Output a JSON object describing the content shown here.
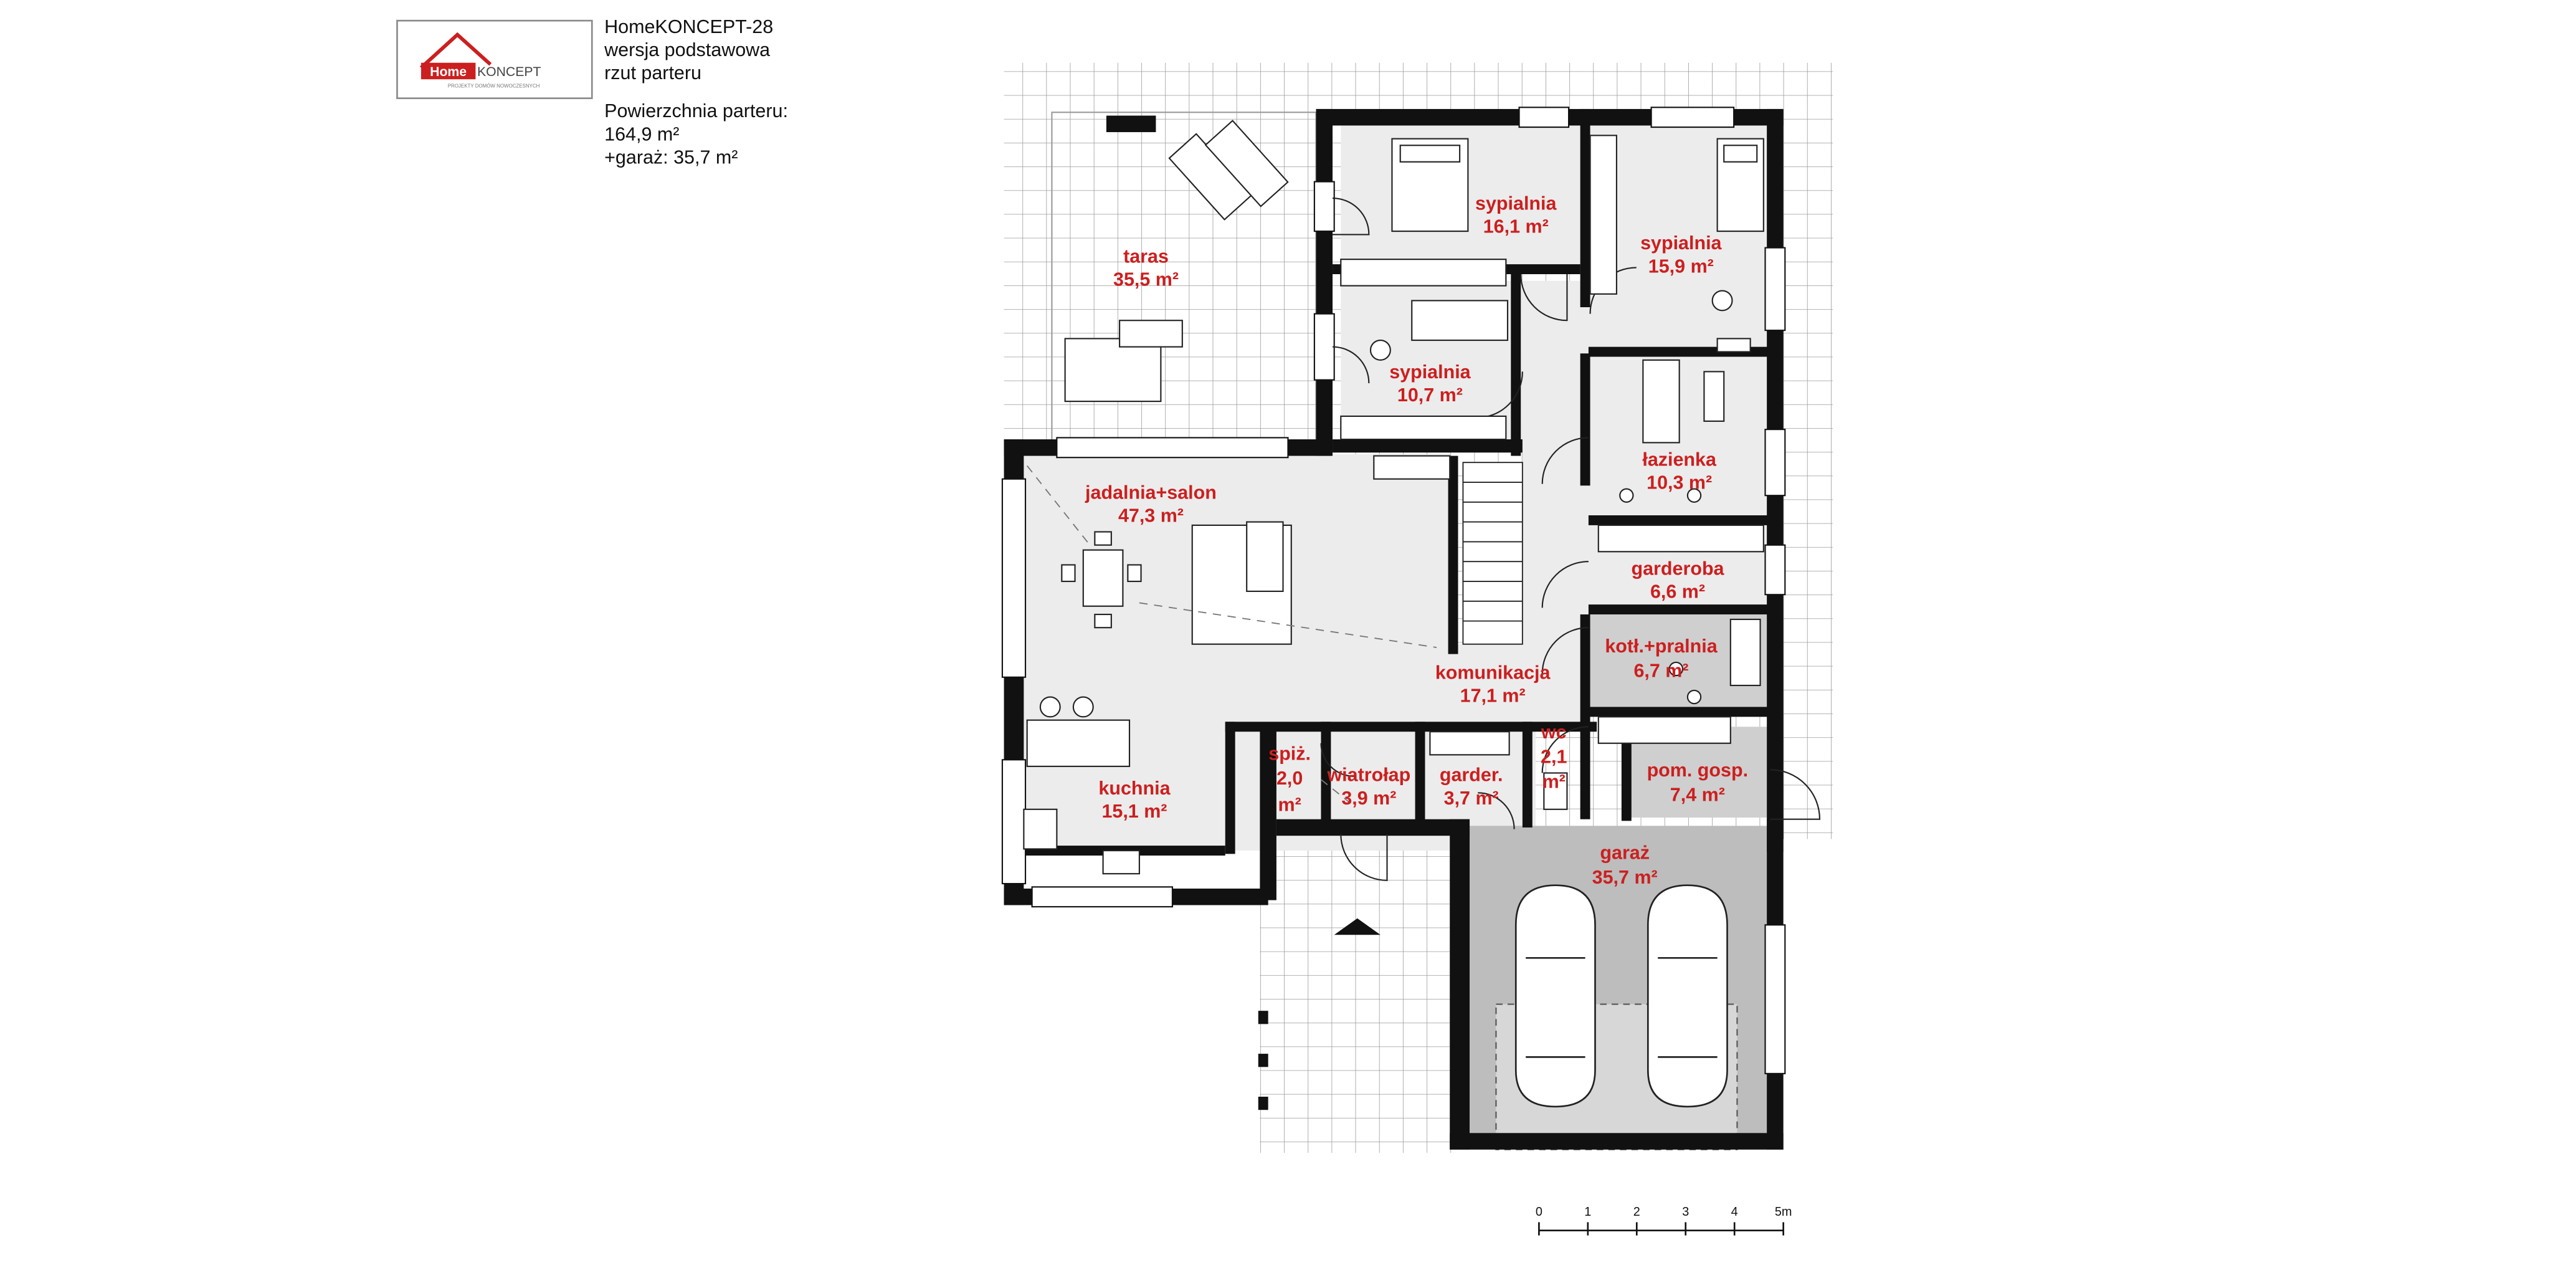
{
  "logo": {
    "brand_bold": "Home",
    "brand_light": "KONCEPT",
    "tagline": "PROJEKTY DOMÓW NOWOCZESNYCH",
    "accent": "#cc1f1f"
  },
  "info": {
    "project": "HomeKONCEPT-28",
    "version": "wersja podstawowa",
    "plan": "rzut parteru",
    "area_label": "Powierzchnia parteru:",
    "area_value": "164,9 m²",
    "garage_value": "+garaż: 35,7 m²"
  },
  "rooms": [
    {
      "id": "taras",
      "name": "taras",
      "area": "35,5 m²"
    },
    {
      "id": "sypialnia-1",
      "name": "sypialnia",
      "area": "16,1 m²"
    },
    {
      "id": "sypialnia-2",
      "name": "sypialnia",
      "area": "15,9 m²"
    },
    {
      "id": "sypialnia-3",
      "name": "sypialnia",
      "area": "10,7 m²"
    },
    {
      "id": "lazienka",
      "name": "łazienka",
      "area": "10,3 m²"
    },
    {
      "id": "jadalnia",
      "name": "jadalnia+salon",
      "area": "47,3 m²"
    },
    {
      "id": "garderoba",
      "name": "garderoba",
      "area": "6,6 m²"
    },
    {
      "id": "kotlownia",
      "name": "kotł.+pralnia",
      "area": "6,7 m²"
    },
    {
      "id": "komunikacja",
      "name": "komunikacja",
      "area": "17,1 m²"
    },
    {
      "id": "wc",
      "name": "wc",
      "area_a": "2,1",
      "area_b": "m²"
    },
    {
      "id": "spiz",
      "name": "spiż.",
      "area_a": "2,0",
      "area_b": "m²"
    },
    {
      "id": "wiatrolap",
      "name": "wiatrołap",
      "area": "3,9 m²"
    },
    {
      "id": "garder",
      "name": "garder.",
      "area": "3,7 m²"
    },
    {
      "id": "pom-gosp",
      "name": "pom. gosp.",
      "area": "7,4 m²"
    },
    {
      "id": "kuchnia",
      "name": "kuchnia",
      "area": "15,1 m²"
    },
    {
      "id": "garaz",
      "name": "garaż",
      "area": "35,7 m²"
    }
  ],
  "scale": {
    "ticks": [
      "0",
      "1",
      "2",
      "3",
      "4",
      "5m"
    ]
  },
  "colors": {
    "room_fill": "#ececec",
    "service_fill": "#cfcfcf",
    "garage_fill": "#bdbdbd",
    "wall": "#111111",
    "label": "#cc1f1f",
    "tile_line": "#9a9a9a"
  }
}
